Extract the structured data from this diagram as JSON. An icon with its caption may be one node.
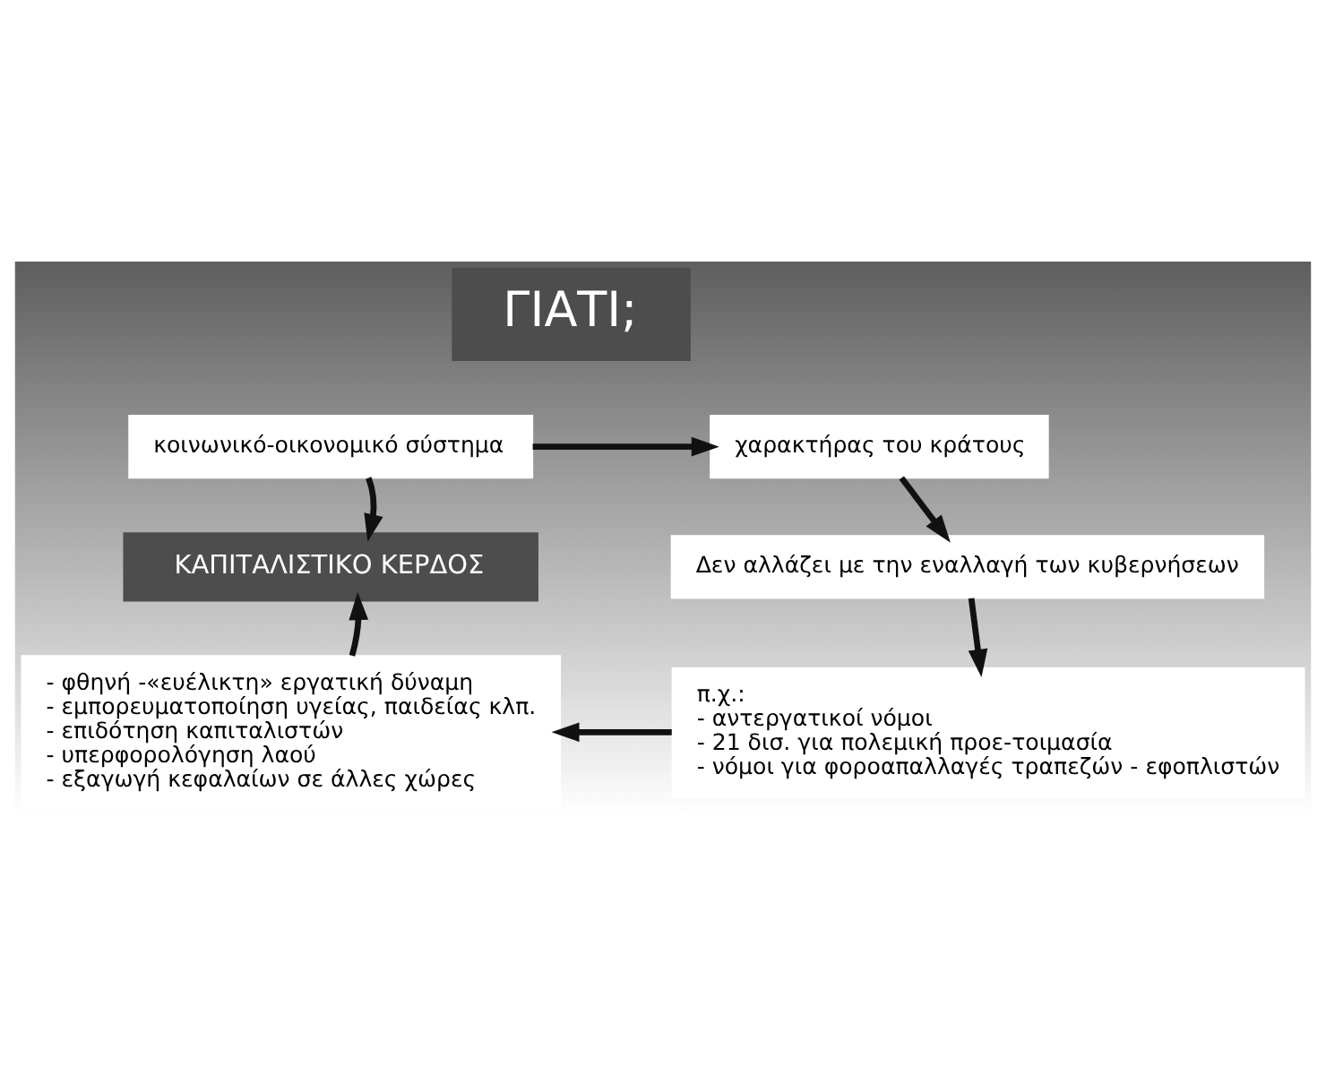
{
  "diagram": {
    "nodes": [
      {
        "text": [
          "ΓΙΑΤΙ;"
        ]
      },
      {
        "text": [
          "κοινωνικό-οικονομικό σύστημα"
        ]
      },
      {
        "text": [
          "χαρακτήρας του κράτους"
        ]
      },
      {
        "text": [
          "ΚΑΠΙΤΑΛΙΣΤΙΚΟ ΚΕΡΔΟΣ"
        ]
      },
      {
        "text": [
          "Δεν αλλάζει με την εναλλαγή των κυβερνήσεων"
        ]
      },
      {
        "text": [
          "- φθηνή -«ευέλικτη» εργατική δύναμη",
          "- εμπορευματοποίηση υγείας, παιδείας κλπ.",
          "- επιδότηση καπιταλιστών",
          "- υπερφορολόγηση λαού",
          "- εξαγωγή κεφαλαίων σε άλλες χώρες"
        ]
      },
      {
        "text": [
          "π.χ.:",
          "- αντεργατικοί νόμοι",
          "- 21 δισ. για πολεμική προε-τοιμασία",
          "- νόμοι για φοροαπαλλαγές τραπεζών - εφοπλιστών"
        ]
      }
    ],
    "edges": [
      {
        "from": 1,
        "to": 2,
        "arrow": "to"
      },
      {
        "from": 1,
        "to": 3,
        "arrow": "to"
      },
      {
        "from": 2,
        "to": 4,
        "arrow": "to"
      },
      {
        "from": 4,
        "to": 6,
        "arrow": "to"
      },
      {
        "from": 6,
        "to": 5,
        "arrow": "to"
      },
      {
        "from": 5,
        "to": 3,
        "arrow": "to"
      }
    ]
  }
}
